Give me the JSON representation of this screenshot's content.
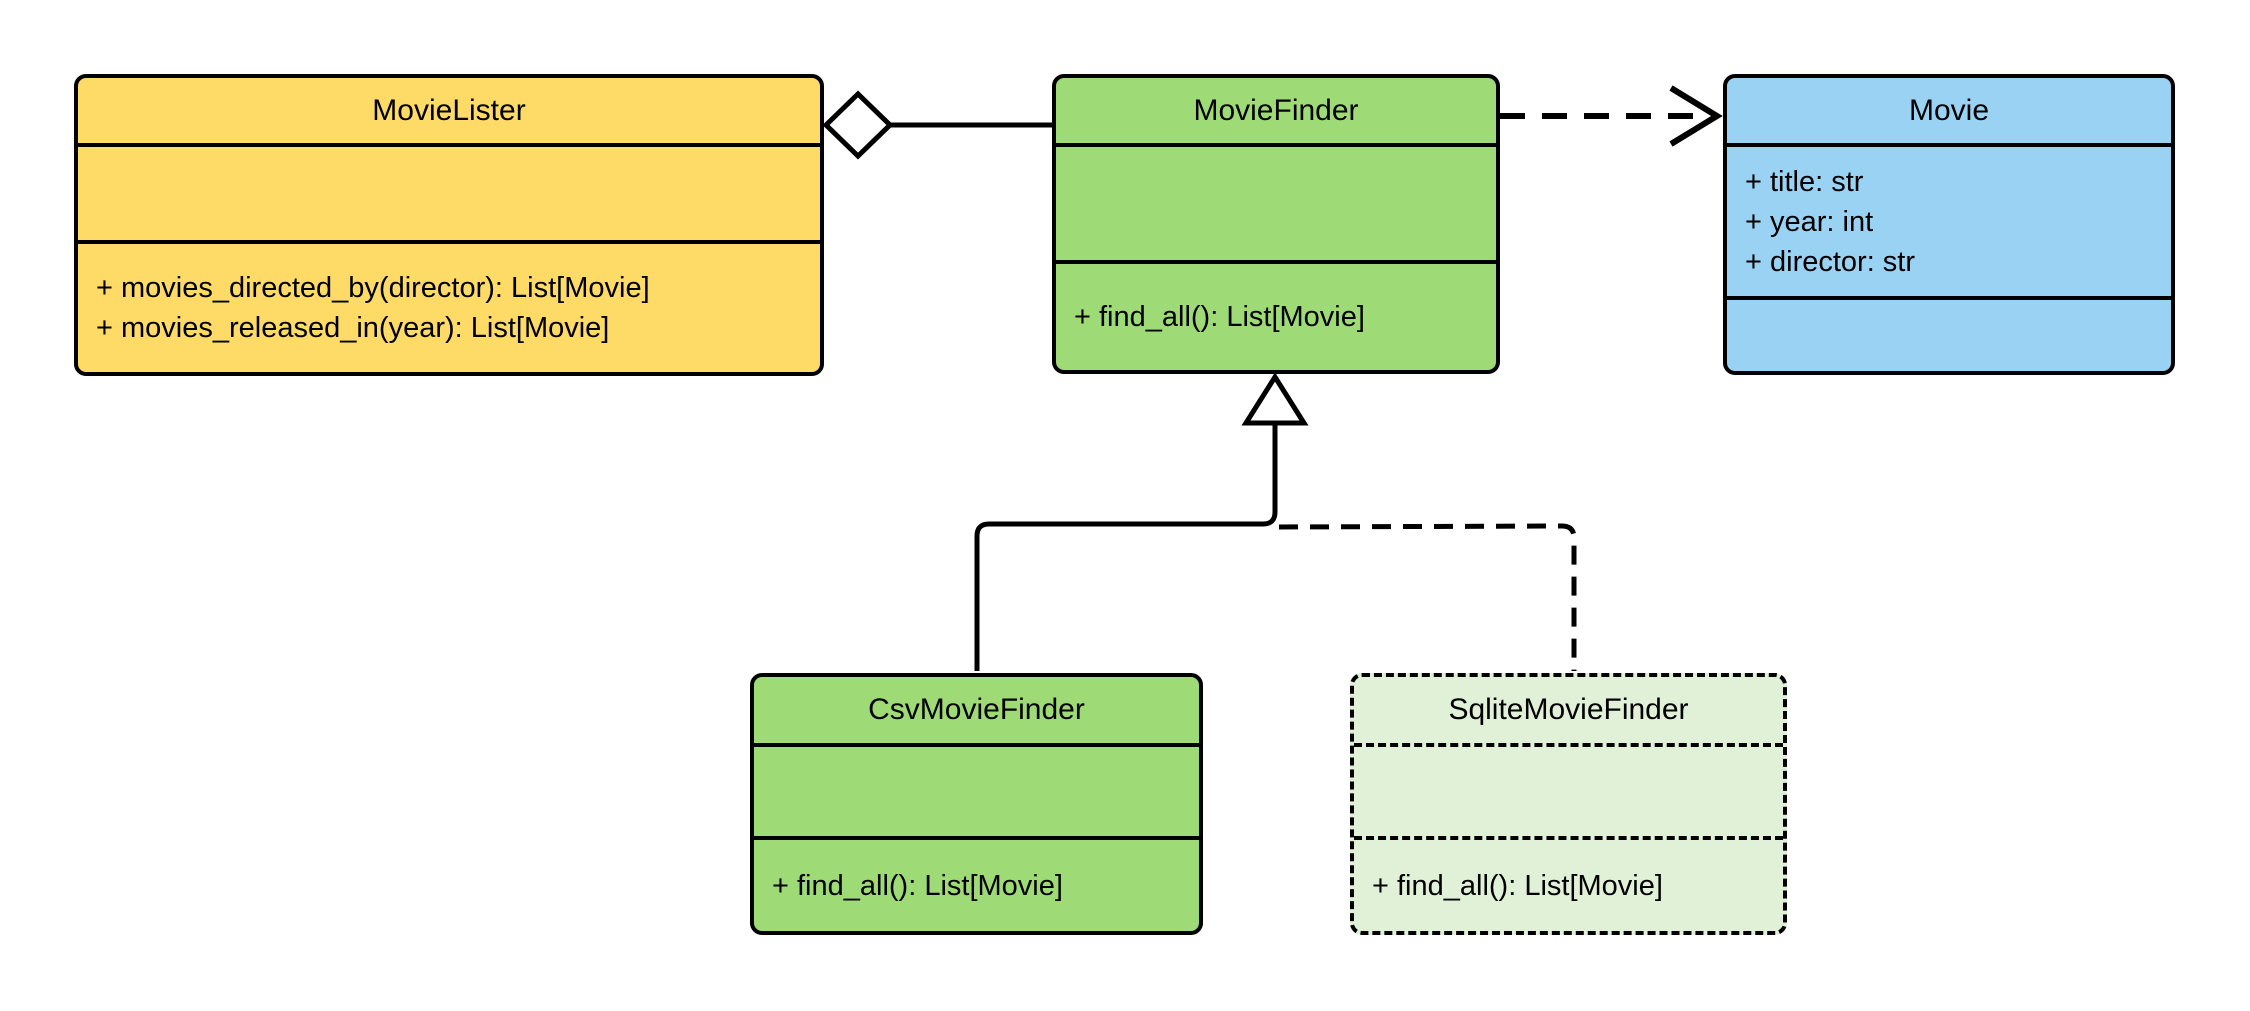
{
  "diagram": {
    "type": "uml-class-diagram",
    "background": "#ffffff"
  },
  "colors": {
    "yellow_fill": "#fddb66",
    "green_fill": "#9edb77",
    "light_green_fill": "#e0f1d8",
    "blue_fill": "#9ad2f3",
    "stroke": "#000000",
    "text": "#000000"
  },
  "classes": {
    "movie_lister": {
      "name": "MovieLister",
      "attributes": [],
      "methods": [
        "+ movies_directed_by(director): List[Movie]",
        "+ movies_released_in(year): List[Movie]"
      ],
      "fill": "#fddb66",
      "border_style": "solid"
    },
    "movie_finder": {
      "name": "MovieFinder",
      "attributes": [],
      "methods": [
        "+ find_all(): List[Movie]"
      ],
      "fill": "#9edb77",
      "border_style": "solid"
    },
    "movie": {
      "name": "Movie",
      "attributes": [
        "+ title: str",
        "+ year: int",
        "+ director: str"
      ],
      "methods": [],
      "fill": "#9ad2f3",
      "border_style": "solid"
    },
    "csv_movie_finder": {
      "name": "CsvMovieFinder",
      "attributes": [],
      "methods": [
        "+ find_all(): List[Movie]"
      ],
      "fill": "#9edb77",
      "border_style": "solid"
    },
    "sqlite_movie_finder": {
      "name": "SqliteMovieFinder",
      "attributes": [],
      "methods": [
        "+ find_all(): List[Movie]"
      ],
      "fill": "#e0f1d8",
      "border_style": "dashed"
    }
  },
  "relationships": [
    {
      "type": "aggregation",
      "from": "MovieLister",
      "to": "MovieFinder",
      "line": "solid",
      "marker": "hollow-diamond"
    },
    {
      "type": "dependency",
      "from": "MovieFinder",
      "to": "Movie",
      "line": "dashed",
      "marker": "open-arrow"
    },
    {
      "type": "inheritance",
      "from": "CsvMovieFinder",
      "to": "MovieFinder",
      "line": "solid",
      "marker": "hollow-triangle"
    },
    {
      "type": "inheritance",
      "from": "SqliteMovieFinder",
      "to": "MovieFinder",
      "line": "dashed",
      "marker": "hollow-triangle"
    }
  ]
}
